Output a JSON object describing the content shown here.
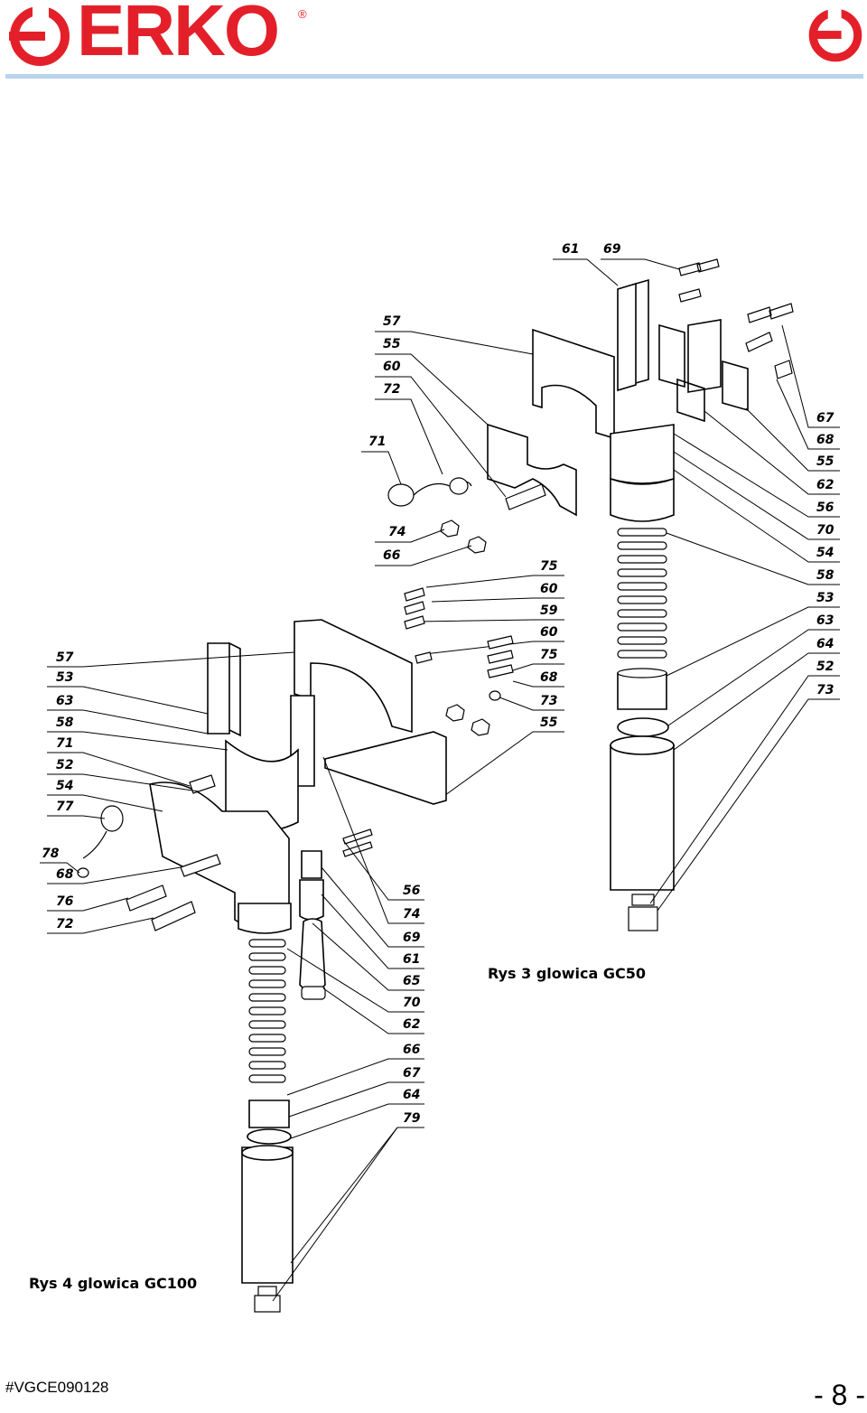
{
  "header": {
    "brand": "ERKO",
    "registered": "®",
    "logo_icon": "erko-circle-logo-icon",
    "brand_color": "#e3202a",
    "rule_color": "#b9d3ec"
  },
  "gc50": {
    "caption": "Rys 3 glowica GC50",
    "top_labels": [
      "61",
      "69"
    ],
    "left_labels": [
      "57",
      "55",
      "60",
      "72",
      "71",
      "74",
      "66"
    ],
    "right_labels": [
      "67",
      "68",
      "55",
      "62",
      "56",
      "70",
      "54",
      "58",
      "53",
      "63",
      "64",
      "52",
      "73"
    ],
    "mid_labels": [
      "75",
      "60",
      "59",
      "60",
      "75",
      "68",
      "73",
      "55"
    ]
  },
  "gc100": {
    "caption": "Rys 4 glowica GC100",
    "left_labels": [
      "57",
      "53",
      "63",
      "58",
      "71",
      "52",
      "54",
      "77",
      "78",
      "68",
      "76",
      "72"
    ],
    "right_labels": [
      "56",
      "74",
      "69",
      "61",
      "65",
      "70",
      "62",
      "66",
      "67",
      "64",
      "79"
    ]
  },
  "footer": {
    "doc_id": "#VGCE090128",
    "page_number": "- 8 -"
  }
}
